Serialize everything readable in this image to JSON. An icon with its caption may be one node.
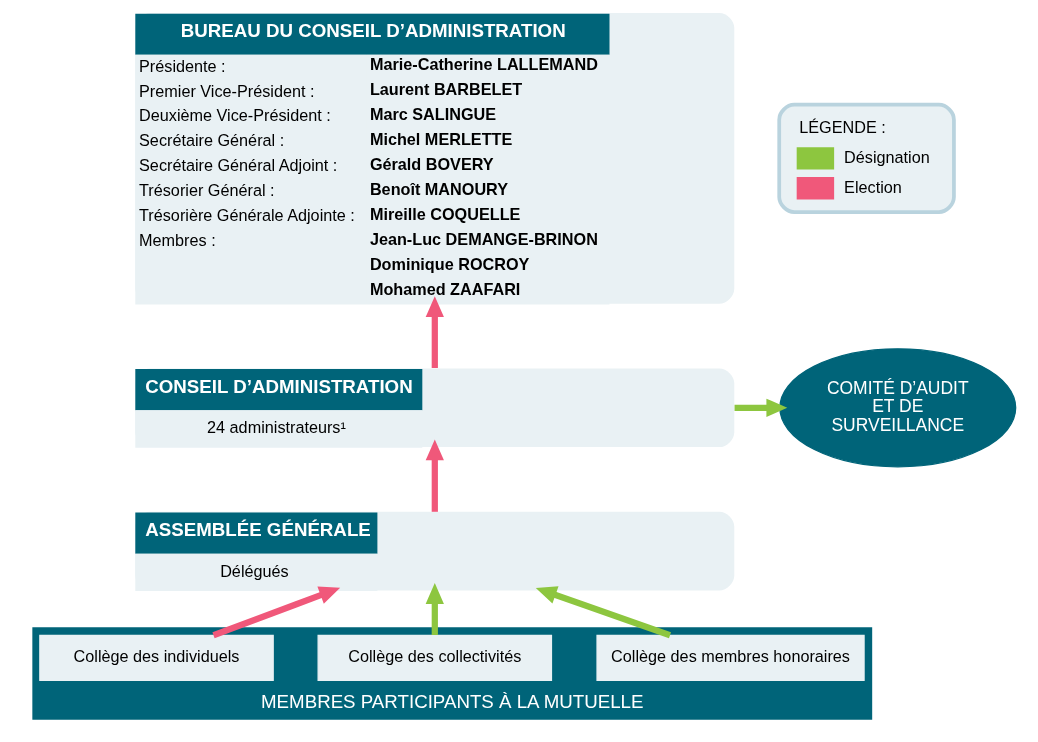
{
  "diagram": {
    "nodes": [
      {
        "text": [
          "BUREAU DU CONSEIL D’ADMINISTRATION",
          "Présidente :",
          "Marie-Catherine LALLEMAND",
          "Premier Vice-Président :",
          "Laurent BARBELET",
          "Deuxième Vice-Président :",
          "Marc SALINGUE",
          "Secrétaire Général :",
          "Michel MERLETTE",
          "Secrétaire Général Adjoint :",
          "Gérald BOVERY",
          "Trésorier Général :",
          "Benoît MANOURY",
          "Trésorière Générale Adjointe :",
          "Mireille COQUELLE",
          "Membres :",
          "Jean-Luc DEMANGE-BRINON",
          "Dominique ROCROY",
          "Mohamed ZAAFARI"
        ]
      },
      {
        "text": [
          "CONSEIL D’ADMINISTRATION",
          "24 administrateurs¹"
        ]
      },
      {
        "text": [
          "COMITÉ D’AUDIT ET DE SURVEILLANCE"
        ]
      },
      {
        "text": [
          "ASSEMBLÉE GÉNÉRALE",
          "Délégués"
        ]
      },
      {
        "text": [
          "MEMBRES PARTICIPANTS À LA MUTUELLE"
        ]
      },
      {
        "text": [
          "Collège des individuels"
        ],
        "in": 4
      },
      {
        "text": [
          "Collège des collectivités"
        ],
        "in": 4
      },
      {
        "text": [
          "Collège des membres honoraires"
        ],
        "in": 4
      }
    ],
    "edges": [
      {
        "from": 1,
        "to": 0,
        "arrow": "to",
        "color": "#f0587a"
      },
      {
        "from": 1,
        "to": 2,
        "arrow": "to",
        "color": "#8dc63f"
      },
      {
        "from": 3,
        "to": 1,
        "arrow": "to",
        "color": "#f0587a"
      },
      {
        "from": 5,
        "to": 3,
        "arrow": "to",
        "color": "#f0587a"
      },
      {
        "from": 6,
        "to": 3,
        "arrow": "to",
        "color": "#8dc63f"
      },
      {
        "from": 7,
        "to": 3,
        "arrow": "to",
        "color": "#8dc63f"
      }
    ],
    "labels": [
      "LÉGENDE :"
    ],
    "legend": [
      {
        "text": "Désignation",
        "color": "#8dc63f"
      },
      {
        "text": "Election",
        "color": "#f0587a"
      }
    ]
  }
}
